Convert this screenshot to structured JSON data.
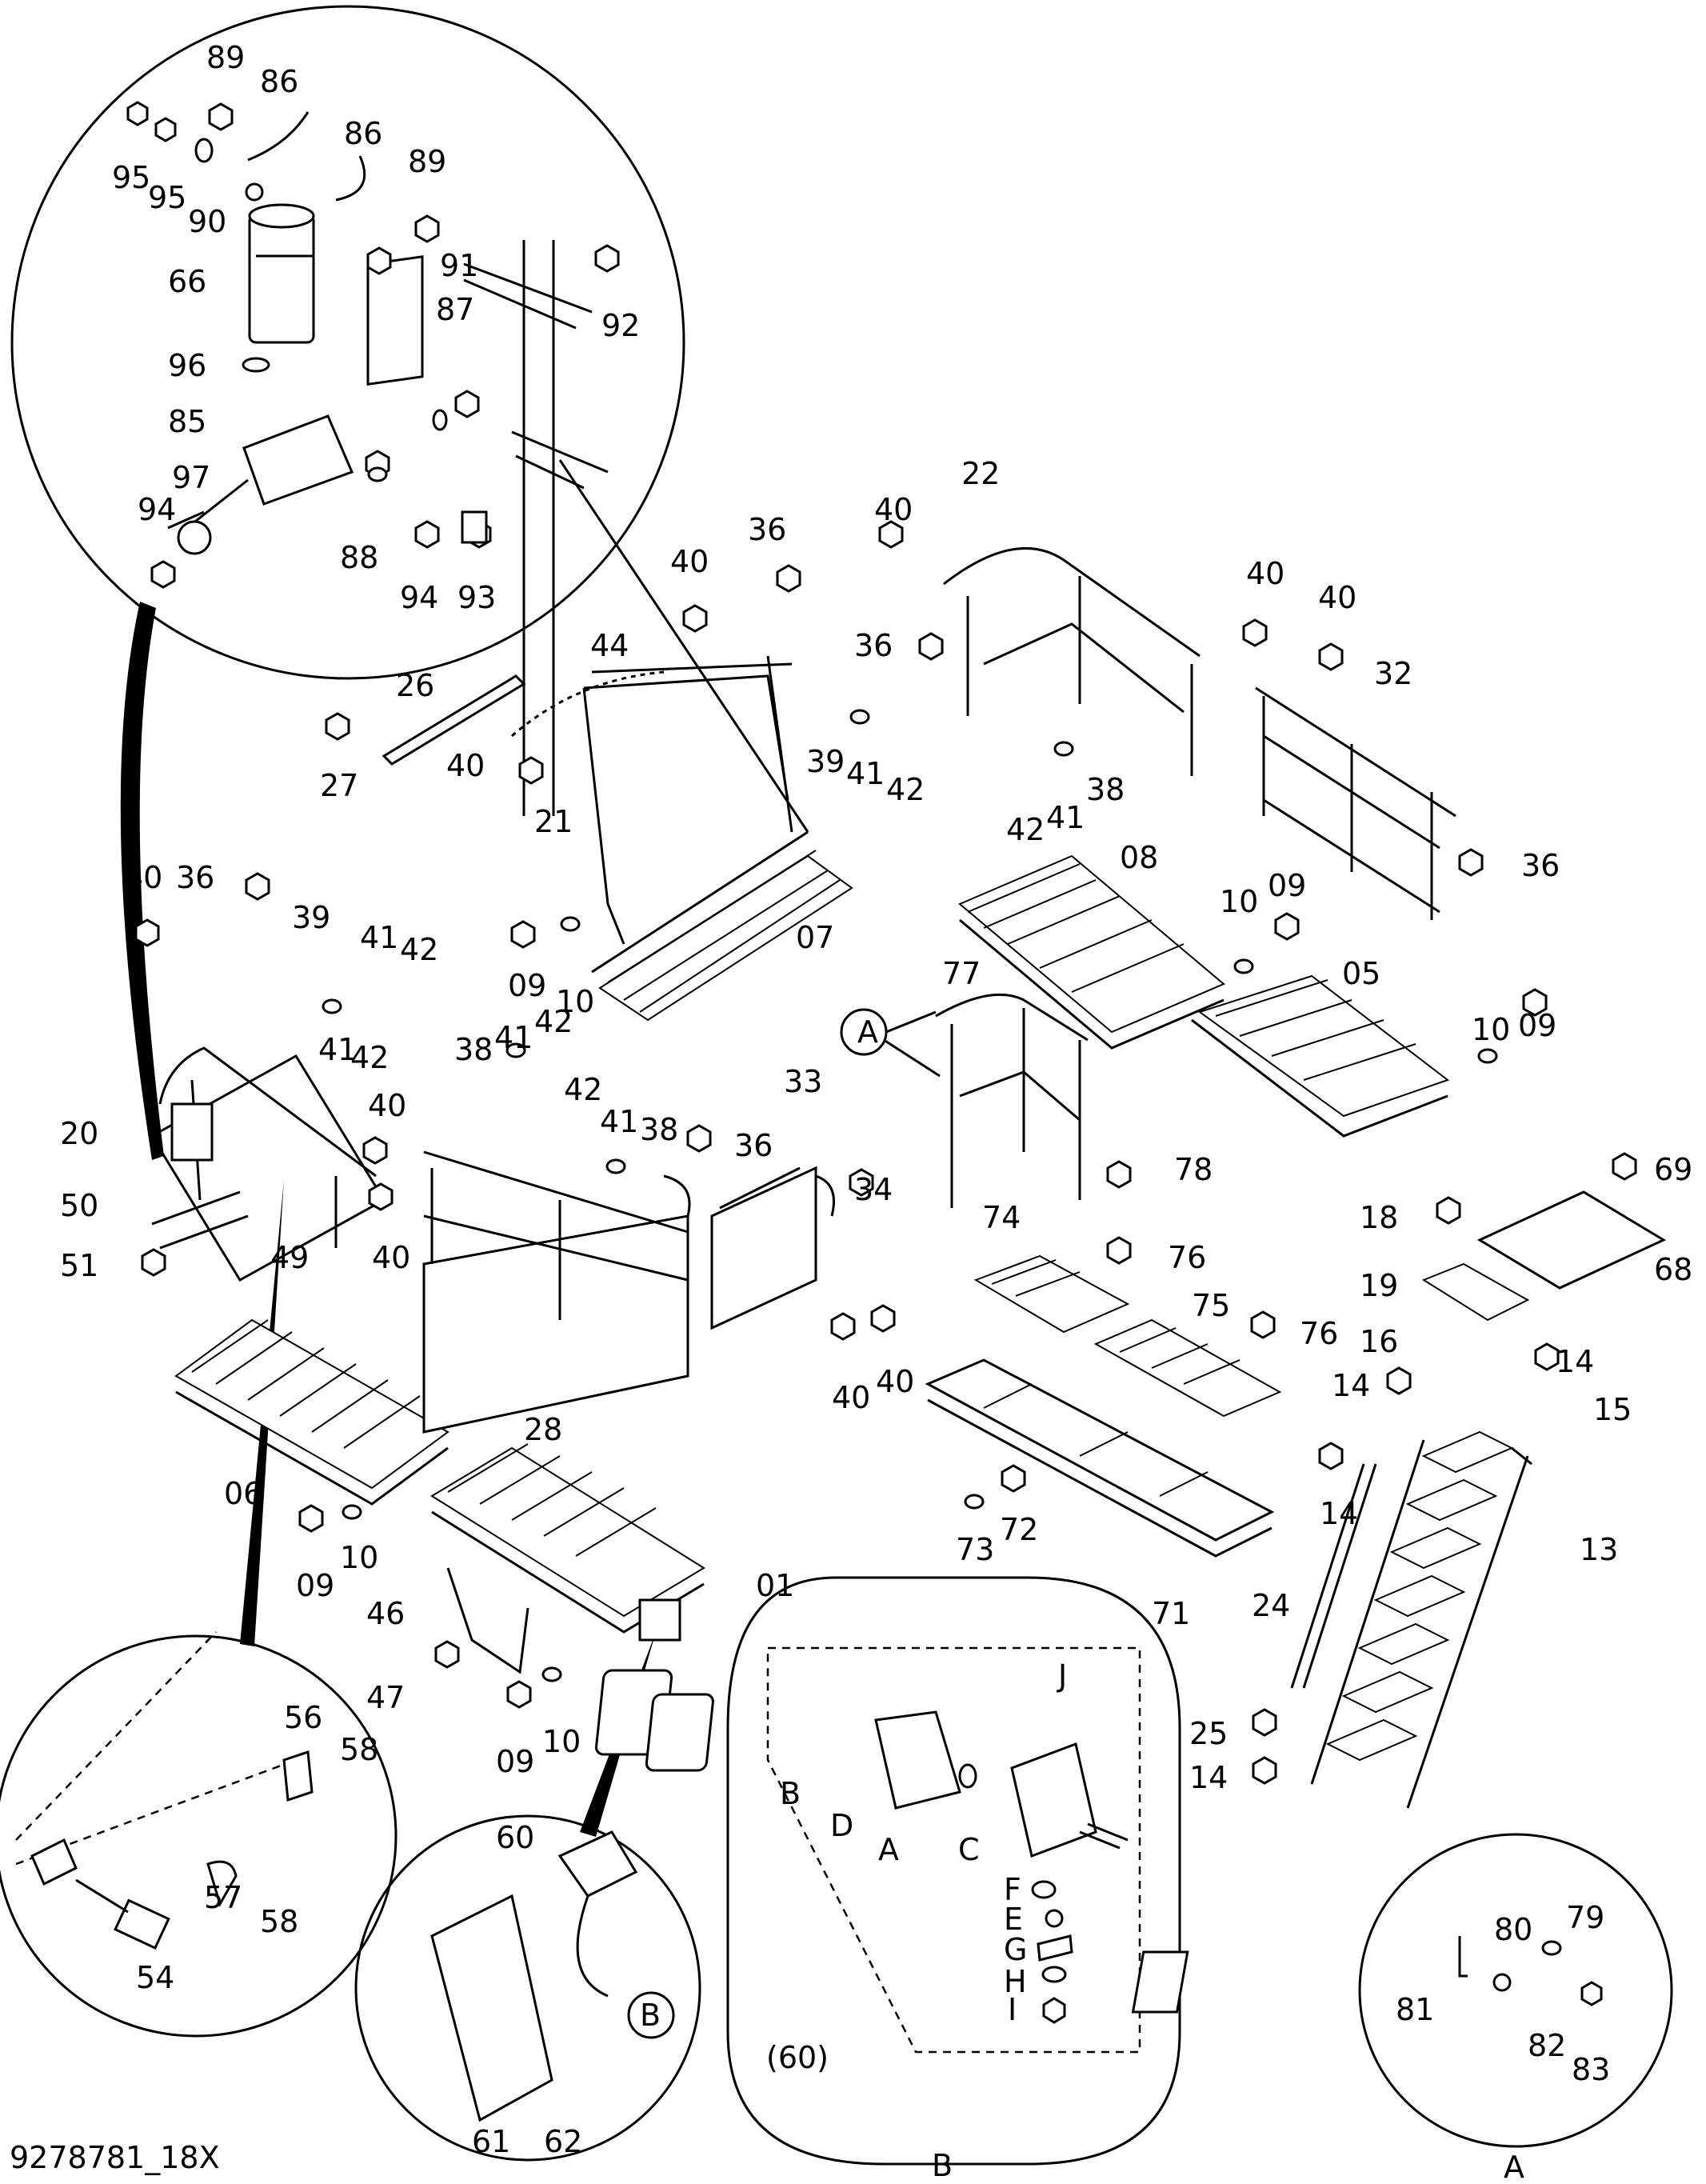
{
  "drawing": {
    "document_id": "9278781_18X",
    "detail_a_title": "A",
    "detail_b_title": "B",
    "detail_b_group_label": "(60)"
  },
  "callouts": [
    {
      "key": "c89a",
      "text": "89"
    },
    {
      "key": "c86a",
      "text": "86"
    },
    {
      "key": "c95a",
      "text": "95"
    },
    {
      "key": "c95b",
      "text": "95"
    },
    {
      "key": "c90",
      "text": "90"
    },
    {
      "key": "c86b",
      "text": "86"
    },
    {
      "key": "c89b",
      "text": "89"
    },
    {
      "key": "c66",
      "text": "66"
    },
    {
      "key": "c91",
      "text": "91"
    },
    {
      "key": "c92",
      "text": "92"
    },
    {
      "key": "c87",
      "text": "87"
    },
    {
      "key": "c96",
      "text": "96"
    },
    {
      "key": "c85",
      "text": "85"
    },
    {
      "key": "c97",
      "text": "97"
    },
    {
      "key": "c94a",
      "text": "94"
    },
    {
      "key": "c88",
      "text": "88"
    },
    {
      "key": "c94b",
      "text": "94"
    },
    {
      "key": "c93",
      "text": "93"
    },
    {
      "key": "c22",
      "text": "22"
    },
    {
      "key": "c40a",
      "text": "40"
    },
    {
      "key": "c36a",
      "text": "36"
    },
    {
      "key": "c40b",
      "text": "40"
    },
    {
      "key": "c40c",
      "text": "40"
    },
    {
      "key": "c40d",
      "text": "40"
    },
    {
      "key": "c36b",
      "text": "36"
    },
    {
      "key": "c44",
      "text": "44"
    },
    {
      "key": "c26",
      "text": "26"
    },
    {
      "key": "c32",
      "text": "32"
    },
    {
      "key": "c27",
      "text": "27"
    },
    {
      "key": "c40e",
      "text": "40"
    },
    {
      "key": "c39a",
      "text": "39"
    },
    {
      "key": "c41a",
      "text": "41"
    },
    {
      "key": "c42a",
      "text": "42"
    },
    {
      "key": "c42b",
      "text": "42"
    },
    {
      "key": "c41b",
      "text": "41"
    },
    {
      "key": "c38a",
      "text": "38"
    },
    {
      "key": "c21",
      "text": "21"
    },
    {
      "key": "c08",
      "text": "08"
    },
    {
      "key": "c40f",
      "text": "40"
    },
    {
      "key": "c36c",
      "text": "36"
    },
    {
      "key": "c36d",
      "text": "36"
    },
    {
      "key": "c10a",
      "text": "10"
    },
    {
      "key": "c09a",
      "text": "09"
    },
    {
      "key": "c39b",
      "text": "39"
    },
    {
      "key": "c41c",
      "text": "41"
    },
    {
      "key": "c42c",
      "text": "42"
    },
    {
      "key": "c07",
      "text": "07"
    },
    {
      "key": "c09b",
      "text": "09"
    },
    {
      "key": "c10b",
      "text": "10"
    },
    {
      "key": "c05",
      "text": "05"
    },
    {
      "key": "c77",
      "text": "77"
    },
    {
      "key": "c41d",
      "text": "41"
    },
    {
      "key": "c42d",
      "text": "42"
    },
    {
      "key": "c10c",
      "text": "10"
    },
    {
      "key": "c09c",
      "text": "09"
    },
    {
      "key": "c38b",
      "text": "38"
    },
    {
      "key": "c41e",
      "text": "41"
    },
    {
      "key": "c42e",
      "text": "42"
    },
    {
      "key": "c20",
      "text": "20"
    },
    {
      "key": "c40g",
      "text": "40"
    },
    {
      "key": "c42f",
      "text": "42"
    },
    {
      "key": "c33",
      "text": "33"
    },
    {
      "key": "c78",
      "text": "78"
    },
    {
      "key": "c41f",
      "text": "41"
    },
    {
      "key": "c38c",
      "text": "38"
    },
    {
      "key": "c36e",
      "text": "36"
    },
    {
      "key": "c34",
      "text": "34"
    },
    {
      "key": "c69",
      "text": "69"
    },
    {
      "key": "c50",
      "text": "50"
    },
    {
      "key": "c49",
      "text": "49"
    },
    {
      "key": "c40h",
      "text": "40"
    },
    {
      "key": "c18",
      "text": "18"
    },
    {
      "key": "c74",
      "text": "74"
    },
    {
      "key": "c76a",
      "text": "76"
    },
    {
      "key": "c51",
      "text": "51"
    },
    {
      "key": "c19",
      "text": "19"
    },
    {
      "key": "c68",
      "text": "68"
    },
    {
      "key": "c75",
      "text": "75"
    },
    {
      "key": "c76b",
      "text": "76"
    },
    {
      "key": "c16",
      "text": "16"
    },
    {
      "key": "c14a",
      "text": "14"
    },
    {
      "key": "c40i",
      "text": "40"
    },
    {
      "key": "c40j",
      "text": "40"
    },
    {
      "key": "c14b",
      "text": "14"
    },
    {
      "key": "c15",
      "text": "15"
    },
    {
      "key": "c28",
      "text": "28"
    },
    {
      "key": "c06",
      "text": "06"
    },
    {
      "key": "c14c",
      "text": "14"
    },
    {
      "key": "c72",
      "text": "72"
    },
    {
      "key": "c73",
      "text": "73"
    },
    {
      "key": "c13",
      "text": "13"
    },
    {
      "key": "c09d",
      "text": "09"
    },
    {
      "key": "c10d",
      "text": "10"
    },
    {
      "key": "c01",
      "text": "01"
    },
    {
      "key": "c71",
      "text": "71"
    },
    {
      "key": "c24",
      "text": "24"
    },
    {
      "key": "c46",
      "text": "46"
    },
    {
      "key": "c47",
      "text": "47"
    },
    {
      "key": "c09e",
      "text": "09"
    },
    {
      "key": "c10e",
      "text": "10"
    },
    {
      "key": "c25",
      "text": "25"
    },
    {
      "key": "c14d",
      "text": "14"
    },
    {
      "key": "c56",
      "text": "56"
    },
    {
      "key": "c58a",
      "text": "58"
    },
    {
      "key": "c57",
      "text": "57"
    },
    {
      "key": "c58b",
      "text": "58"
    },
    {
      "key": "c54",
      "text": "54"
    },
    {
      "key": "c60",
      "text": "60"
    },
    {
      "key": "c61",
      "text": "61"
    },
    {
      "key": "c62",
      "text": "62"
    },
    {
      "key": "cB1",
      "text": "B"
    },
    {
      "key": "cBj",
      "text": "J"
    },
    {
      "key": "cBb",
      "text": "B"
    },
    {
      "key": "cBd",
      "text": "D"
    },
    {
      "key": "cBa",
      "text": "A"
    },
    {
      "key": "cBc",
      "text": "C"
    },
    {
      "key": "cBf",
      "text": "F"
    },
    {
      "key": "cBe",
      "text": "E"
    },
    {
      "key": "cBg",
      "text": "G"
    },
    {
      "key": "cBh",
      "text": "H"
    },
    {
      "key": "cBi",
      "text": "I"
    },
    {
      "key": "c80",
      "text": "80"
    },
    {
      "key": "c79",
      "text": "79"
    },
    {
      "key": "c81",
      "text": "81"
    },
    {
      "key": "c82",
      "text": "82"
    },
    {
      "key": "c83",
      "text": "83"
    },
    {
      "key": "cA1",
      "text": "A"
    }
  ]
}
